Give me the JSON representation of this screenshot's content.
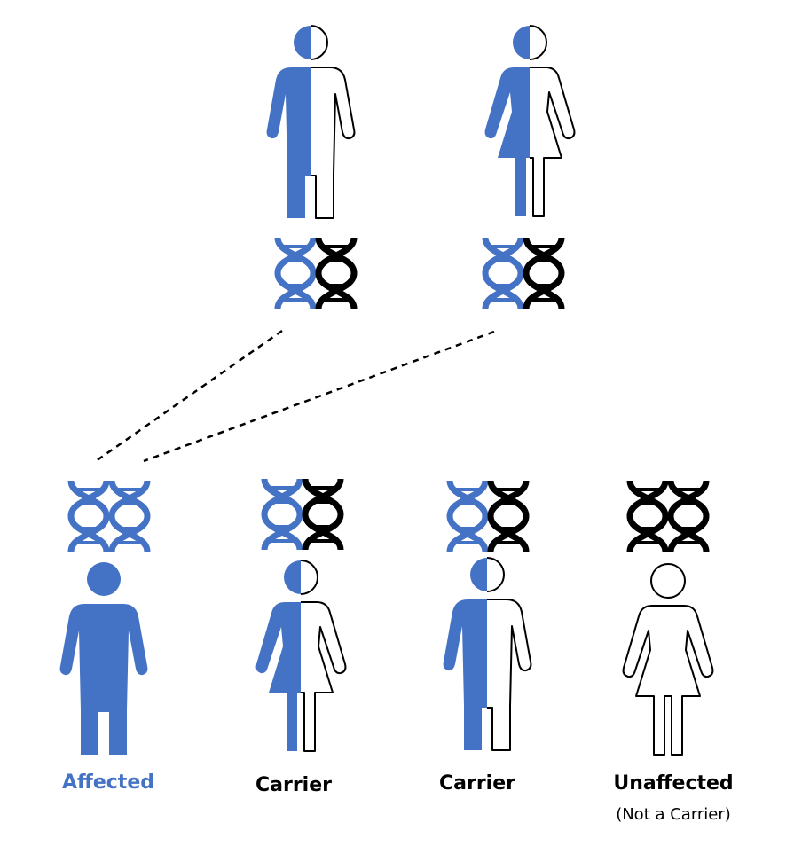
{
  "colors": {
    "affected": "#4472C4",
    "normal": "#000000"
  },
  "parents": [
    {
      "figure": "male-icon",
      "status": "carrier",
      "dna": [
        "affected",
        "normal"
      ]
    },
    {
      "figure": "female-icon",
      "status": "carrier",
      "dna": [
        "affected",
        "normal"
      ]
    }
  ],
  "children": [
    {
      "figure": "male-icon",
      "status": "affected",
      "dna": [
        "affected",
        "affected"
      ],
      "label": "Affected",
      "sublabel": ""
    },
    {
      "figure": "female-icon",
      "status": "carrier",
      "dna": [
        "affected",
        "normal"
      ],
      "label": "Carrier",
      "sublabel": ""
    },
    {
      "figure": "male-icon",
      "status": "carrier",
      "dna": [
        "affected",
        "normal"
      ],
      "label": "Carrier",
      "sublabel": ""
    },
    {
      "figure": "female-icon",
      "status": "unaffected",
      "dna": [
        "normal",
        "normal"
      ],
      "label": "Unaffected",
      "sublabel": "(Not a Carrier)"
    }
  ]
}
